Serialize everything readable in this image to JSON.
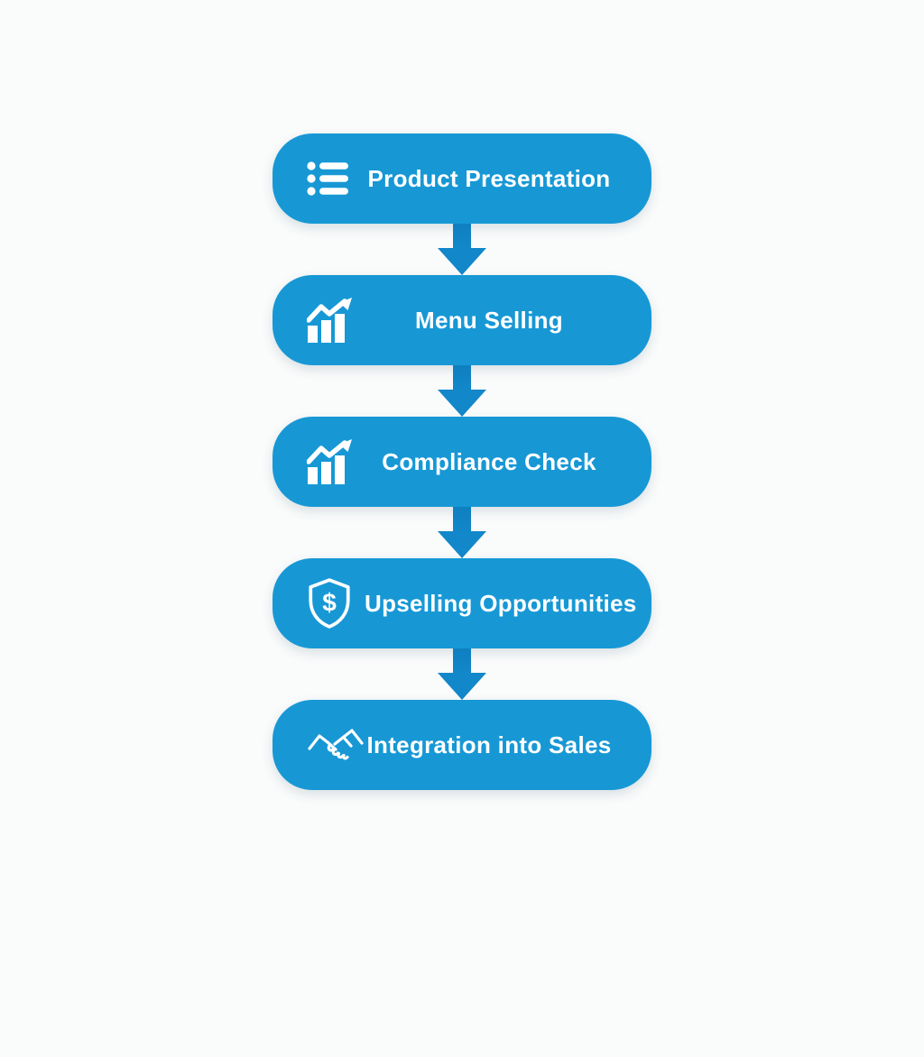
{
  "page": {
    "background_color": "#fafbfb"
  },
  "flowchart": {
    "box_color": "#1798d5",
    "arrow_color": "#1287c9",
    "text_color": "#ffffff",
    "steps": [
      {
        "label": "Product Presentation",
        "icon": "bulleted-list-icon"
      },
      {
        "label": "Menu Selling",
        "icon": "trending-bar-chart-icon"
      },
      {
        "label": "Compliance Check",
        "icon": "trending-bar-chart-icon"
      },
      {
        "label": "Upselling Opportunities",
        "icon": "shield-dollar-icon"
      },
      {
        "label": "Integration into Sales",
        "icon": "handshake-icon"
      }
    ]
  }
}
